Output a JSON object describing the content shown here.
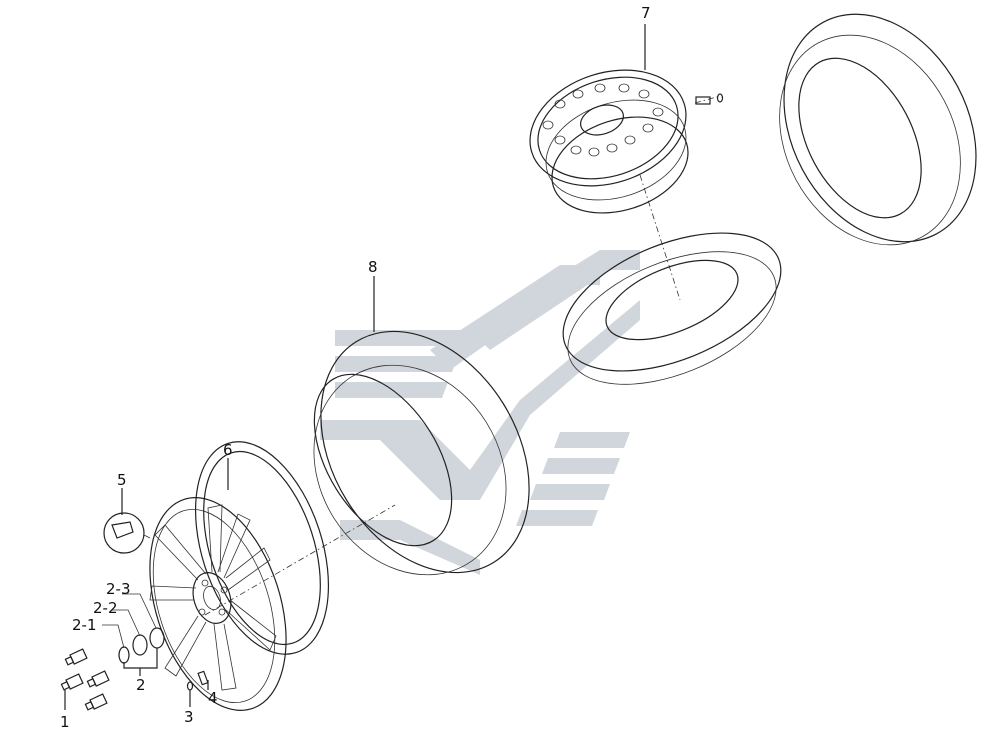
{
  "diagram": {
    "watermark": {
      "color": "#c9cfd6",
      "accent": "#d9dde2"
    },
    "parts": [
      {
        "id": "part-1",
        "label": "1"
      },
      {
        "id": "part-2",
        "label": "2"
      },
      {
        "id": "part-2-1",
        "label": "2-1"
      },
      {
        "id": "part-2-2",
        "label": "2-2"
      },
      {
        "id": "part-2-3",
        "label": "2-3"
      },
      {
        "id": "part-3",
        "label": "3"
      },
      {
        "id": "part-4",
        "label": "4"
      },
      {
        "id": "part-5",
        "label": "5"
      },
      {
        "id": "part-6",
        "label": "6"
      },
      {
        "id": "part-7",
        "label": "7"
      },
      {
        "id": "part-8",
        "label": "8"
      }
    ]
  }
}
